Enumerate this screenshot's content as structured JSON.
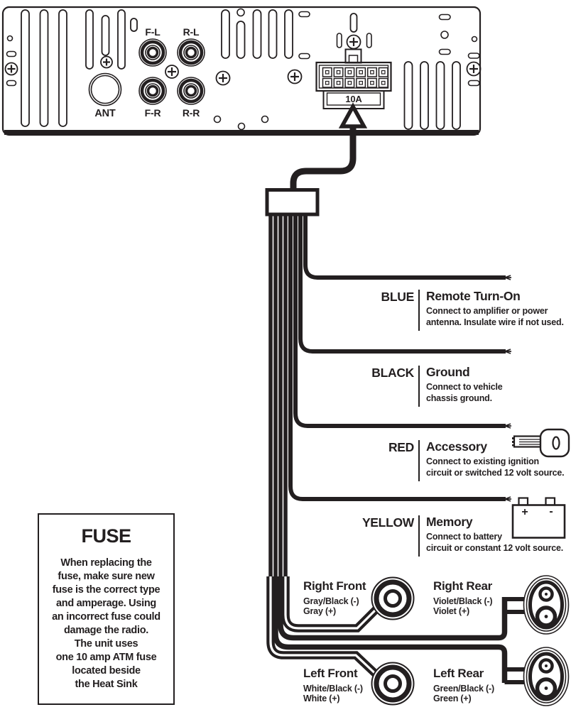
{
  "colors": {
    "ink": "#231f20",
    "paper": "#ffffff"
  },
  "panel": {
    "rca_fl": "F-L",
    "rca_rl": "R-L",
    "rca_fr": "F-R",
    "rca_rr": "R-R",
    "ant_label": "ANT",
    "fuse_rating": "10A"
  },
  "wires": [
    {
      "color": "BLUE",
      "name": "Remote Turn-On",
      "desc1": "Connect to amplifier or power",
      "desc2": "antenna. Insulate wire if not used."
    },
    {
      "color": "BLACK",
      "name": "Ground",
      "desc1": "Connect to vehicle",
      "desc2": "chassis ground."
    },
    {
      "color": "RED",
      "name": "Accessory",
      "desc1": "Connect to existing ignition",
      "desc2": "circuit or switched 12 volt source."
    },
    {
      "color": "YELLOW",
      "name": "Memory",
      "desc1": "Connect to battery",
      "desc2": "circuit or constant 12 volt source."
    }
  ],
  "battery": {
    "plus": "+",
    "minus": "-"
  },
  "speakers": [
    {
      "name": "Right Front",
      "negative": "Gray/Black (-)",
      "positive": "Gray (+)"
    },
    {
      "name": "Right Rear",
      "negative": "Violet/Black (-)",
      "positive": "Violet (+)"
    },
    {
      "name": "Left Front",
      "negative": "White/Black (-)",
      "positive": "White (+)"
    },
    {
      "name": "Left Rear",
      "negative": "Green/Black (-)",
      "positive": "Green (+)"
    }
  ],
  "fuse_note": {
    "title": "FUSE",
    "lines": [
      "When replacing the",
      "fuse, make sure new",
      "fuse is the correct type",
      "and amperage. Using",
      "an incorrect fuse could",
      "damage the radio.",
      "The unit uses",
      "one 10 amp ATM fuse",
      "located beside",
      "the Heat Sink"
    ]
  },
  "icons": {
    "key": "ignition-key-icon",
    "battery": "battery-icon",
    "front_speaker": "round-speaker-icon",
    "rear_speaker": "oval-speaker-icon",
    "arrow": "arrow-up-icon"
  }
}
